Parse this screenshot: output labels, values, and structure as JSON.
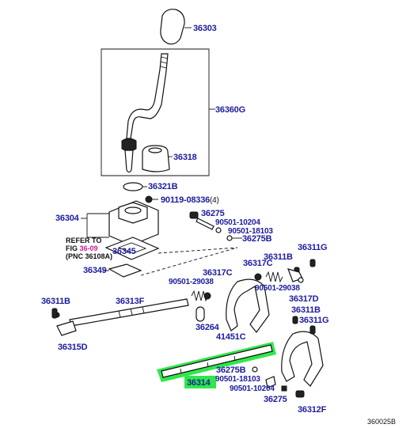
{
  "labels": {
    "p36303": "36303",
    "p36360G": "36360G",
    "p36318": "36318",
    "p36321B": "36321B",
    "p90119": "90119-08336",
    "p90119_qty": "(4)",
    "p36304": "36304",
    "p36275_top": "36275",
    "p90501_10204_top": "90501-10204",
    "p90501_18103_top": "90501-18103",
    "p36275B_top": "36275B",
    "p36345": "36345",
    "p36311G_top": "36311G",
    "p36311B_top": "36311B",
    "p36317C_a": "36317C",
    "p36349": "36349",
    "p90501_29038_a": "90501-29038",
    "p36317C_b": "36317C",
    "p90501_29038_b": "90501-29038",
    "p36317D": "36317D",
    "p36311B_left": "36311B",
    "p36313F": "36313F",
    "p36311B_right": "36311B",
    "p36311G_right": "36311G",
    "p36264": "36264",
    "p41451C": "41451C",
    "p36315D": "36315D",
    "p36275B_bottom": "36275B",
    "p36314": "36314",
    "p90501_18103_bottom": "90501-18103",
    "p90501_10204_bottom": "90501-10204",
    "p36275_bottom": "36275",
    "p36312F": "36312F"
  },
  "reference_note": {
    "line1": "REFER TO",
    "line2_prefix": "FIG",
    "line2_ref": "36-09",
    "line3": "(PNC 36108A)"
  },
  "diagram_code": "360025B",
  "colors": {
    "label_text": "#1c1c9c",
    "reference_link": "#c8189a",
    "highlight": "#2ee84a",
    "line_art": "#111111"
  }
}
